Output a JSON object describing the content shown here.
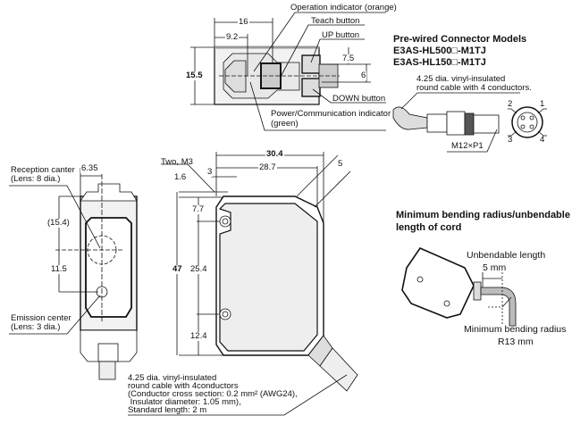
{
  "top_view": {
    "callouts": {
      "operation_indicator": "Operation indicator (orange)",
      "teach_button": "Teach button",
      "up_button": "UP button",
      "down_button": "DOWN button",
      "power_indicator_line1": "Power/Communication indicator",
      "power_indicator_line2": "(green)"
    },
    "dims": {
      "width_16": "16",
      "offset_9_2": "9.2",
      "height_15_5": "15.5",
      "offset_7_5": "7.5",
      "pitch_6": "6"
    }
  },
  "connector_models": {
    "title": "Pre-wired Connector Models",
    "models": [
      "E3AS-HL500□-M1TJ",
      "E3AS-HL150□-M1TJ"
    ],
    "cable_line1": "4.25 dia. vinyl-insulated",
    "cable_line2": "round cable with 4 conductors.",
    "thread": "M12×P1",
    "pins": [
      "1",
      "2",
      "3",
      "4"
    ]
  },
  "side_view": {
    "reception_line1": "Reception canter",
    "reception_line2": "(Lens: 8 dia.)",
    "emission_line1": "Emission center",
    "emission_line2": "(Lens: 3 dia.)",
    "dims": {
      "offset_6_35": "6.35",
      "dim_15_4": "(15.4)",
      "dim_11_5": "11.5"
    }
  },
  "front_view": {
    "mount_holes": "Two, M3",
    "dims": {
      "width_30_4": "30.4",
      "width_28_7": "28.7",
      "angle_5": "5",
      "dim_1_6": "1.6",
      "dim_3": "3",
      "dim_7_7": "7.7",
      "height_47": "47",
      "pitch_25_4": "25.4",
      "dim_12_4": "12.4"
    }
  },
  "cable_note": [
    "4.25 dia. vinyl-insulated",
    "round cable with 4conductors",
    "(Conductor cross section: 0.2 mm² (AWG24),",
    " Insulator diameter: 1.05 mm),",
    "Standard length: 2 m"
  ],
  "bending": {
    "title_line1": "Minimum bending radius/unbendable",
    "title_line2": "length of cord",
    "unbendable_label": "Unbendable length",
    "unbendable_value": "5 mm",
    "radius_label": "Minimum bending radius",
    "radius_value": "R13 mm"
  },
  "colors": {
    "line": "#111111",
    "fill": "#eeeeee",
    "cable": "#bbbbbb"
  }
}
